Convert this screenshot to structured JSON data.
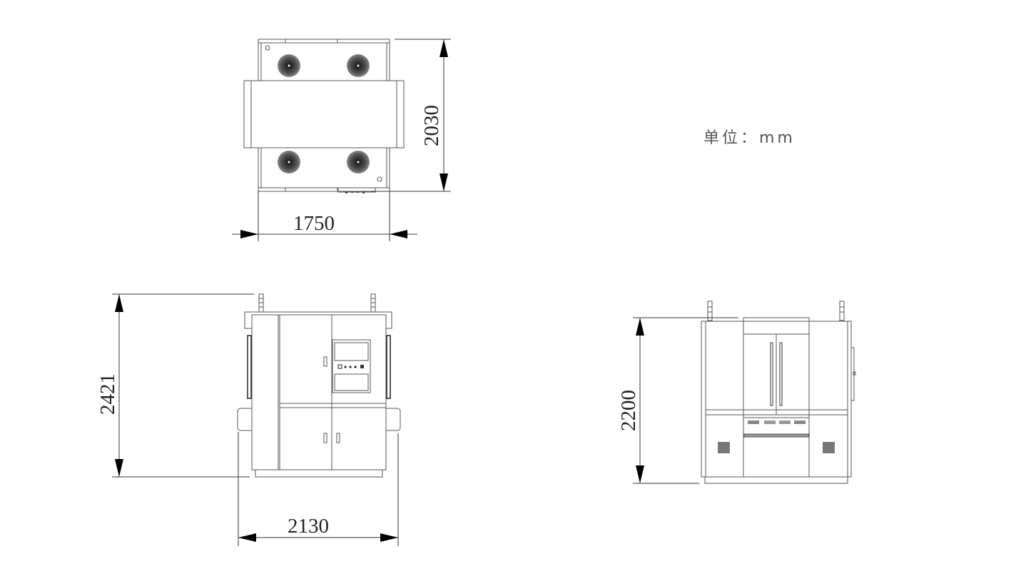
{
  "unit_label": "单位：mm",
  "top_view": {
    "depth": "2030",
    "width": "1750"
  },
  "front_view": {
    "height": "2421",
    "width": "2130"
  },
  "side_view": {
    "height": "2200"
  },
  "colors": {
    "line": "#555555",
    "text": "#222222",
    "arrow": "#000000"
  }
}
